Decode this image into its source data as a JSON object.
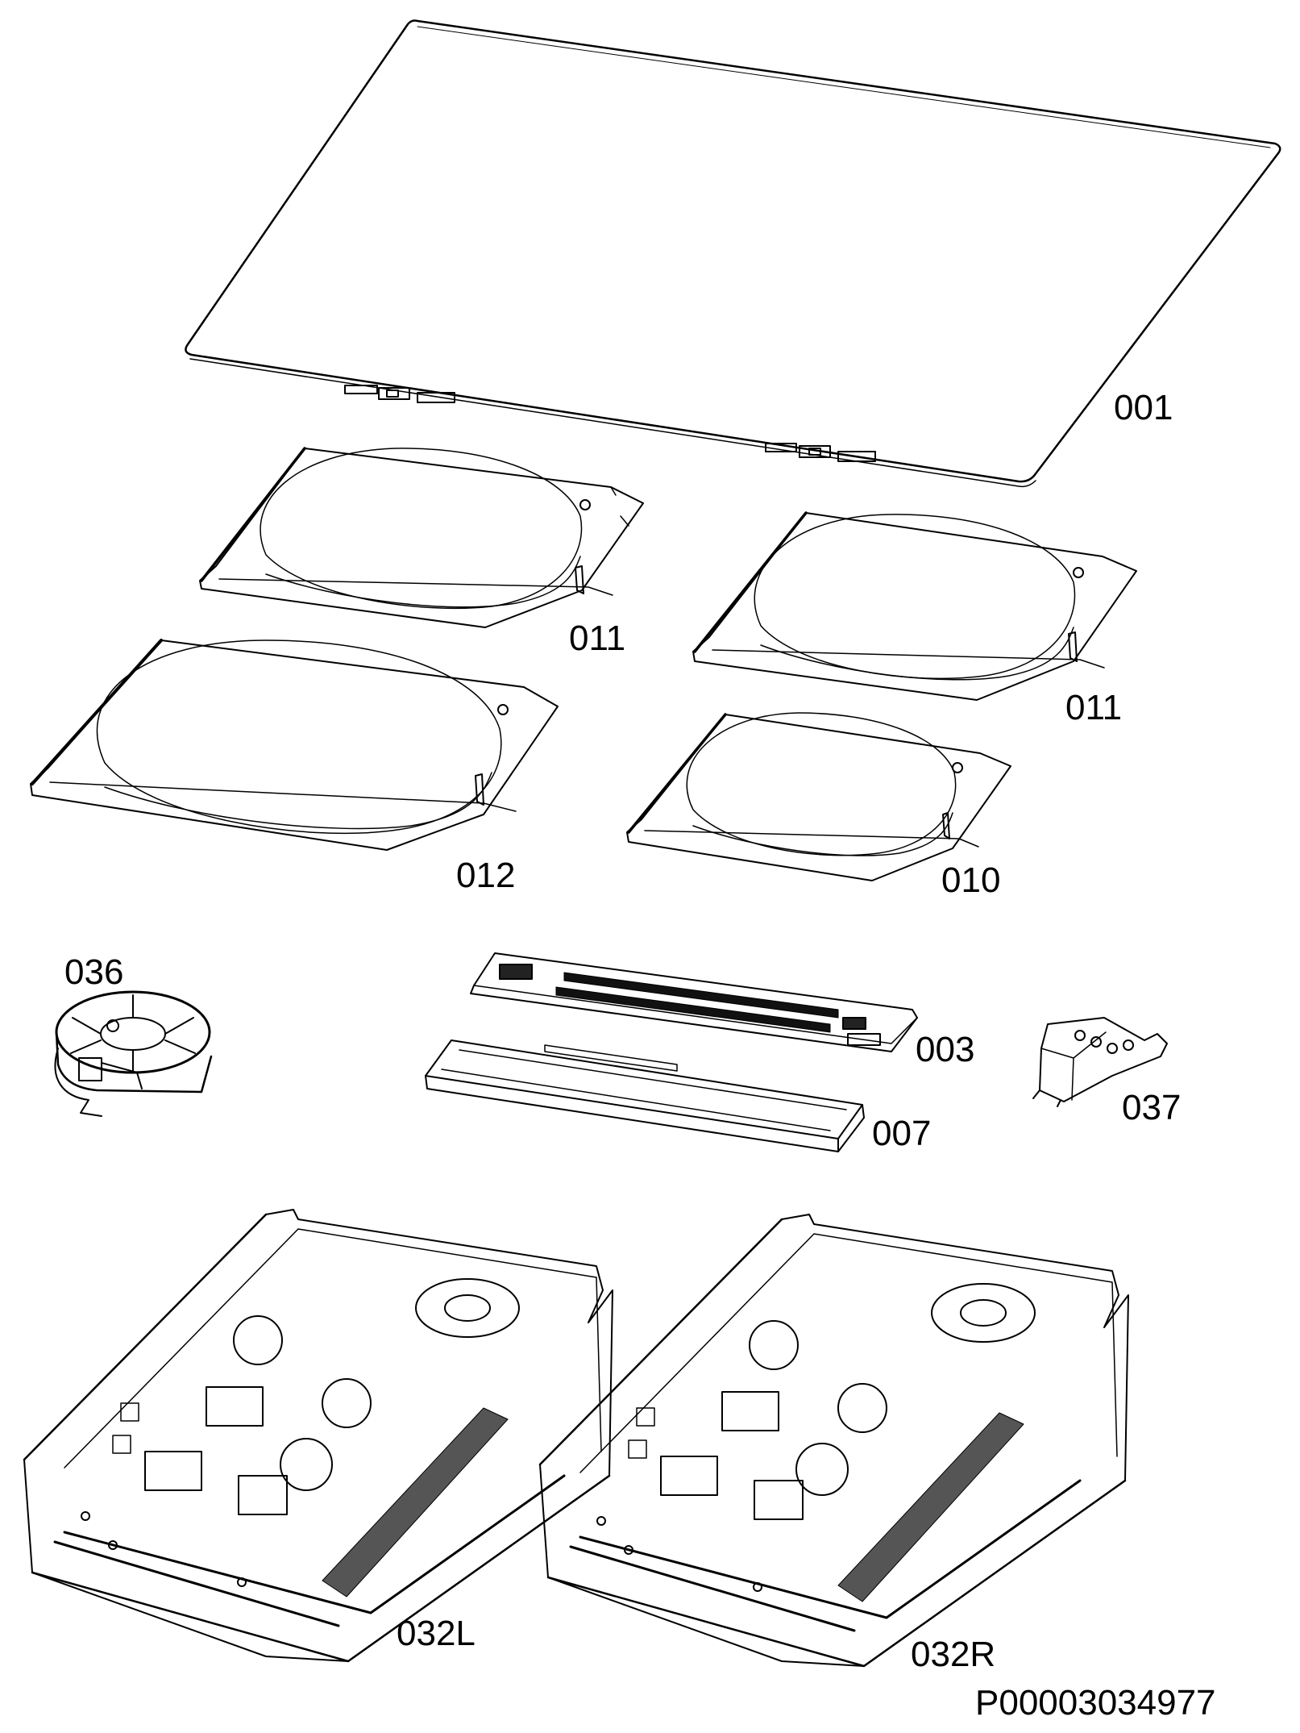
{
  "parts": {
    "p001": "001",
    "p011a": "011",
    "p011b": "011",
    "p012": "012",
    "p010": "010",
    "p036": "036",
    "p003": "003",
    "p007": "007",
    "p037": "037",
    "p032L": "032L",
    "p032R": "032R"
  },
  "reference": "P00003034977"
}
